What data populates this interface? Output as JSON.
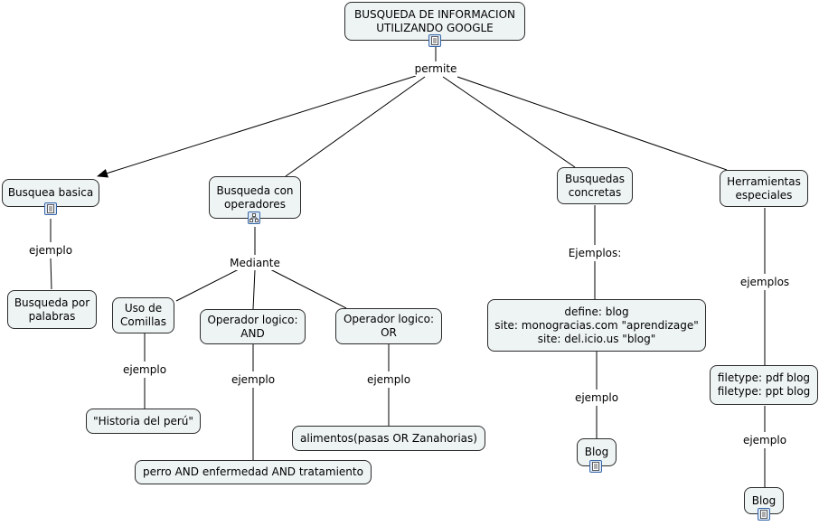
{
  "root": {
    "title": "BUSQUEDA DE INFORMACION\nUTILIZANDO GOOGLE",
    "icon": "document-icon"
  },
  "link_permite": "permite",
  "basica": {
    "title": "Busquea basica",
    "icon": "document-icon",
    "link": "ejemplo",
    "example": "Busqueda por\npalabras"
  },
  "operadores": {
    "title": "Busqueda con\noperadores",
    "icon": "submap-icon",
    "link": "Mediante",
    "comillas": {
      "title": "Uso de\nComillas",
      "link": "ejemplo",
      "example": "\"Historia del perú\""
    },
    "and": {
      "title": "Operador logico:\nAND",
      "link": "ejemplo",
      "example": "perro AND enfermedad AND tratamiento"
    },
    "or": {
      "title": "Operador logico:\nOR",
      "link": "ejemplo",
      "example": "alimentos(pasas OR Zanahorias)"
    }
  },
  "concretas": {
    "title": "Busquedas\nconcretas",
    "link": "Ejemplos:",
    "examples": "define: blog\nsite: monogracias.com \"aprendizage\"\nsite: del.icio.us \"blog\"",
    "link2": "ejemplo",
    "result": "Blog",
    "result_icon": "document-icon"
  },
  "herramientas": {
    "title": "Herramientas\nespeciales",
    "link": "ejemplos",
    "examples": "filetype: pdf blog\nfiletype: ppt blog",
    "link2": "ejemplo",
    "result": "Blog",
    "result_icon": "document-icon"
  }
}
